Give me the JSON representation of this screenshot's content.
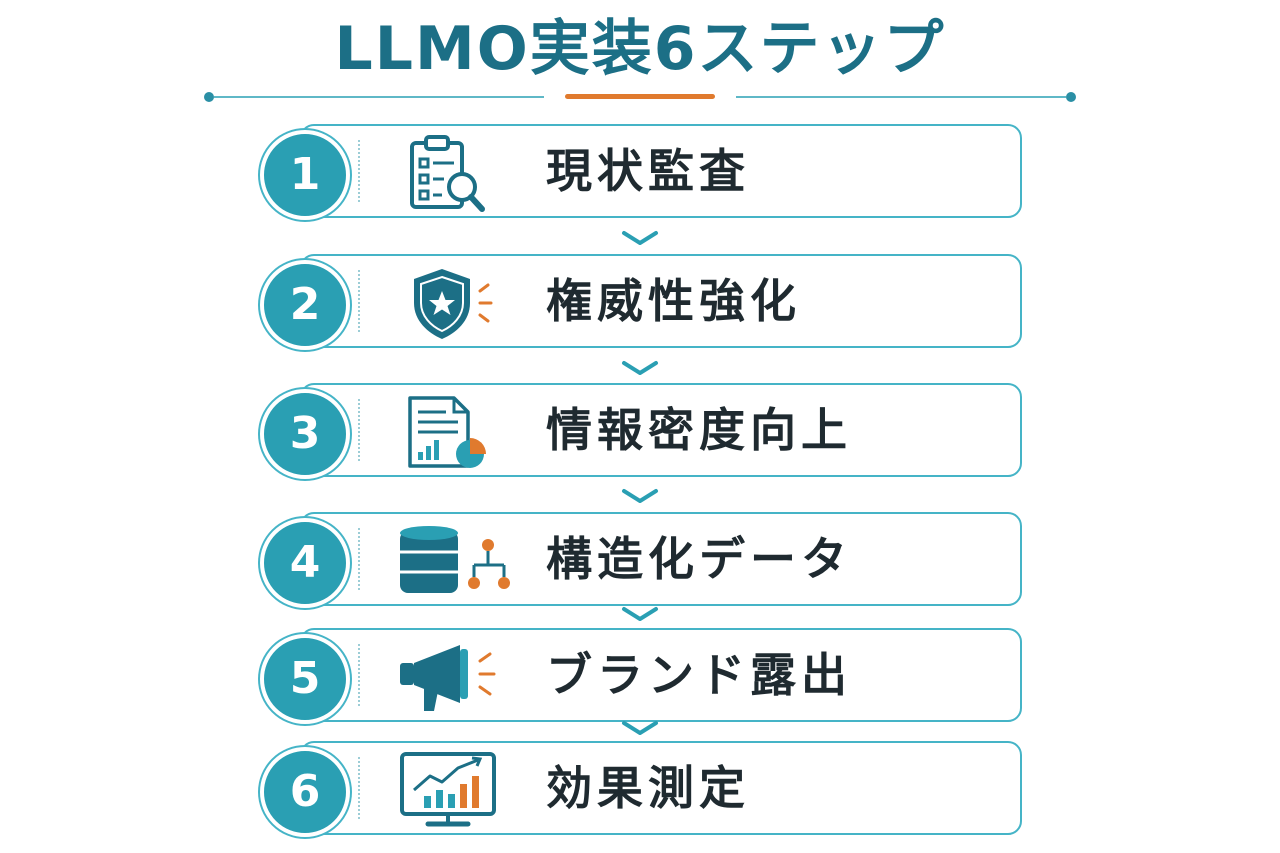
{
  "title": "LLMO実装6ステップ",
  "colors": {
    "primary": "#2a9fb3",
    "dark_teal": "#1c6f86",
    "accent": "#e07a2e",
    "border": "#45b4c7",
    "text": "#1f2a30"
  },
  "steps": [
    {
      "number": "1",
      "label": "現状監査",
      "icon": "clipboard-search-icon"
    },
    {
      "number": "2",
      "label": "権威性強化",
      "icon": "shield-star-icon"
    },
    {
      "number": "3",
      "label": "情報密度向上",
      "icon": "document-chart-icon"
    },
    {
      "number": "4",
      "label": "構造化データ",
      "icon": "database-hierarchy-icon"
    },
    {
      "number": "5",
      "label": "ブランド露出",
      "icon": "megaphone-icon"
    },
    {
      "number": "6",
      "label": "効果測定",
      "icon": "monitor-chart-icon"
    }
  ]
}
